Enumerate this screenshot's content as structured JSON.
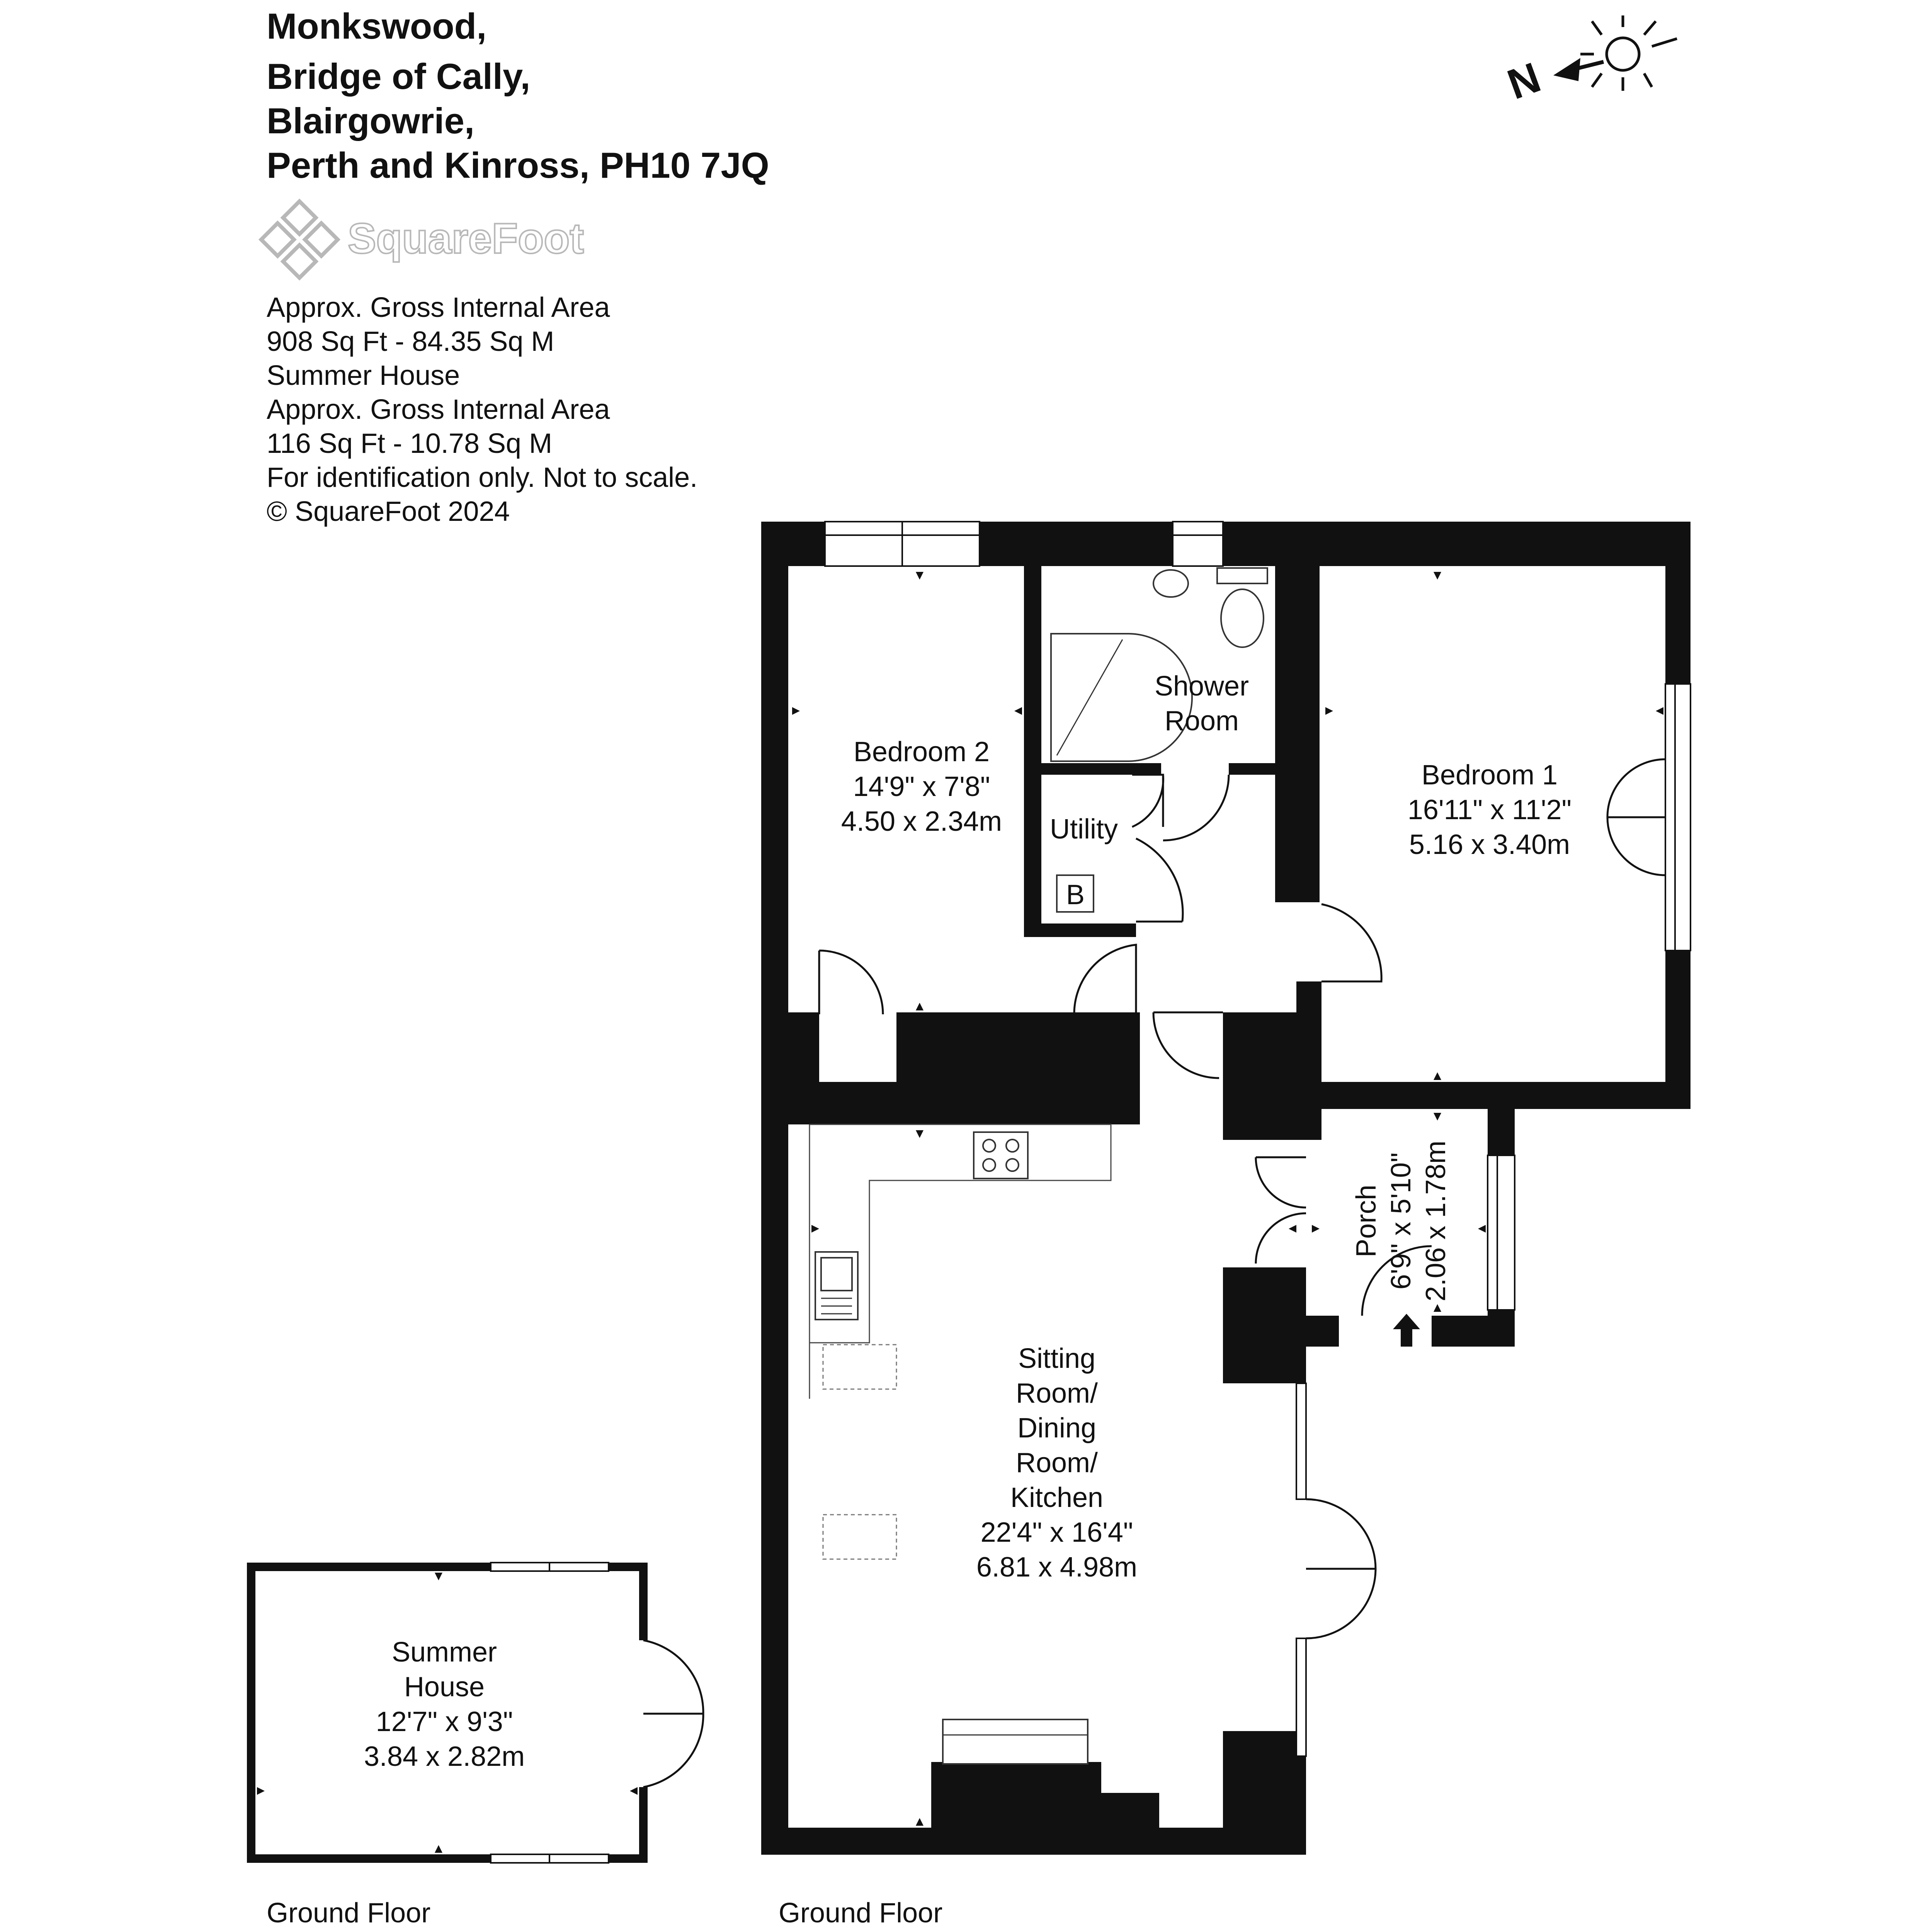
{
  "address": {
    "line1": "Monkswood,",
    "line2": "Bridge of Cally,",
    "line3": "Blairgowrie,",
    "line4": "Perth and Kinross, PH10 7JQ"
  },
  "logo": {
    "text": "SquareFoot"
  },
  "area_info": {
    "l1": "Approx. Gross Internal Area",
    "l2": "908 Sq Ft  -  84.35 Sq M",
    "l3": "Summer House",
    "l4": "Approx. Gross Internal Area",
    "l5": "116 Sq Ft  -  10.78 Sq M",
    "l6": "For identification only. Not to scale.",
    "l7": "© SquareFoot 2024"
  },
  "compass": {
    "north_label": "N"
  },
  "rooms": {
    "bedroom2": {
      "name": "Bedroom 2",
      "imperial": "14'9\" x 7'8\"",
      "metric": "4.50 x 2.34m"
    },
    "shower": {
      "name1": "Shower",
      "name2": "Room"
    },
    "utility": {
      "name": "Utility",
      "boiler": "B"
    },
    "bedroom1": {
      "name": "Bedroom 1",
      "imperial": "16'11\" x 11'2\"",
      "metric": "5.16 x 3.40m"
    },
    "porch": {
      "name": "Porch",
      "imperial": "6'9\" x 5'10\"",
      "metric": "2.06 x 1.78m"
    },
    "sitting": {
      "l1": "Sitting",
      "l2": "Room/",
      "l3": "Dining",
      "l4": "Room/",
      "l5": "Kitchen",
      "imperial": "22'4\" x 16'4\"",
      "metric": "6.81 x 4.98m"
    },
    "summer": {
      "l1": "Summer",
      "l2": "House",
      "imperial": "12'7\" x 9'3\"",
      "metric": "3.84 x 2.82m"
    }
  },
  "floors": {
    "left": "Ground Floor",
    "right": "Ground Floor"
  },
  "colors": {
    "wall": "#111111",
    "logo_grey": "#b8b8b8",
    "background": "#ffffff"
  }
}
